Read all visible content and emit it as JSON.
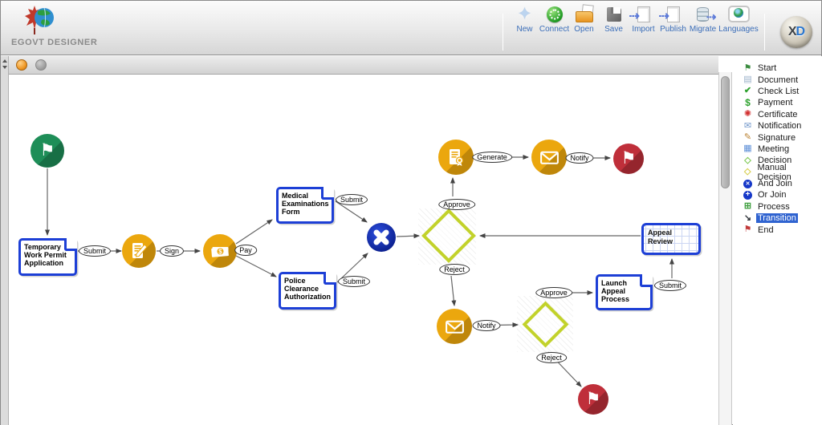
{
  "app": {
    "title": "EGOVT DESIGNER",
    "logo_x": "X",
    "logo_d": "D"
  },
  "toolbar": {
    "items": [
      {
        "label": "New",
        "icon": "new-icon"
      },
      {
        "label": "Connect",
        "icon": "connect-icon"
      },
      {
        "label": "Open",
        "icon": "open-folder-icon"
      },
      {
        "label": "Save",
        "icon": "save-floppy-icon"
      },
      {
        "label": "Import",
        "icon": "import-icon"
      },
      {
        "label": "Publish",
        "icon": "publish-icon"
      },
      {
        "label": "Migrate",
        "icon": "migrate-database-icon"
      },
      {
        "label": "Languages",
        "icon": "languages-globe-icon"
      }
    ]
  },
  "palette": {
    "selected": "Transition",
    "items": [
      {
        "label": "Start",
        "icon": "start-flag-icon"
      },
      {
        "label": "Document",
        "icon": "document-icon"
      },
      {
        "label": "Check List",
        "icon": "checklist-icon"
      },
      {
        "label": "Payment",
        "icon": "payment-icon"
      },
      {
        "label": "Certificate",
        "icon": "certificate-icon"
      },
      {
        "label": "Notification",
        "icon": "notification-icon"
      },
      {
        "label": "Signature",
        "icon": "signature-icon"
      },
      {
        "label": "Meeting",
        "icon": "meeting-icon"
      },
      {
        "label": "Decision",
        "icon": "decision-icon"
      },
      {
        "label": "Manual Decision",
        "icon": "manual-decision-icon"
      },
      {
        "label": "And Join",
        "icon": "and-join-icon"
      },
      {
        "label": "Or Join",
        "icon": "or-join-icon"
      },
      {
        "label": "Process",
        "icon": "process-icon"
      },
      {
        "label": "Transition",
        "icon": "transition-icon"
      },
      {
        "label": "End",
        "icon": "end-flag-icon"
      }
    ]
  },
  "diagram": {
    "nodes": {
      "twp": {
        "label": "Temporary\nWork Permit\nApplication",
        "type": "document"
      },
      "medical": {
        "label": "Medical\nExaminations\nForm",
        "type": "document"
      },
      "police": {
        "label": "Police\nClearance\nAuthorization",
        "type": "document"
      },
      "launch": {
        "label": "Launch\nAppeal\nProcess",
        "type": "document"
      },
      "appeal_review": {
        "label": "Appeal\nReview",
        "type": "meeting"
      }
    },
    "labels": {
      "submit_application": "Submit",
      "sign": "Sign",
      "pay": "Pay",
      "submit_medical": "Submit",
      "submit_police": "Submit",
      "approve_permit": "Approve",
      "generate": "Generate",
      "notify_approval": "Notify",
      "reject_permit": "Reject",
      "notify_rejection": "Notify",
      "approve_appeal": "Approve",
      "reject_appeal": "Reject",
      "submit_appeal": "Submit"
    },
    "colors": {
      "document_border": "#1d3fd6",
      "task_fill": "#eba70e",
      "decision_border": "#c2d22b",
      "start_fill": "#1e8e58",
      "end_fill": "#bf2f3a",
      "join_fill": "#16309d",
      "selection_highlight": "#2f63d0"
    }
  }
}
